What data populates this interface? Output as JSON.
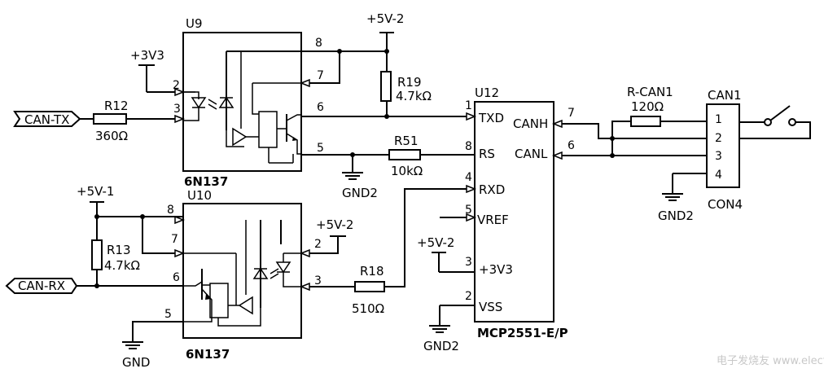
{
  "u9": {
    "ref": "U9",
    "part": "6N137",
    "pins": [
      "8",
      "2",
      "7",
      "3",
      "6",
      "5"
    ]
  },
  "u10": {
    "ref": "U10",
    "part": "6N137",
    "pins": [
      "8",
      "7",
      "6",
      "5",
      "2",
      "3"
    ]
  },
  "u12": {
    "ref": "U12",
    "part": "MCP2551-E/P",
    "left_pins": [
      {
        "num": "1",
        "name": "TXD"
      },
      {
        "num": "8",
        "name": "RS"
      },
      {
        "num": "4",
        "name": "RXD"
      },
      {
        "num": "5",
        "name": "VREF"
      },
      {
        "num": "3",
        "name": "+3V3"
      },
      {
        "num": "2",
        "name": "VSS"
      }
    ],
    "right_pins": [
      {
        "num": "7",
        "name": "CANH"
      },
      {
        "num": "6",
        "name": "CANL"
      }
    ]
  },
  "can1": {
    "ref": "CAN1",
    "part": "CON4",
    "pins": [
      "1",
      "2",
      "3",
      "4"
    ]
  },
  "resistors": {
    "r12": {
      "ref": "R12",
      "value": "360Ω"
    },
    "r19": {
      "ref": "R19",
      "value": "4.7kΩ"
    },
    "r51": {
      "ref": "R51",
      "value": "10kΩ"
    },
    "r13": {
      "ref": "R13",
      "value": "4.7kΩ"
    },
    "r18": {
      "ref": "R18",
      "value": "510Ω"
    },
    "rcan1": {
      "ref": "R-CAN1",
      "value": "120Ω"
    }
  },
  "nets": {
    "v33": "+3V3",
    "v5_2_top": "+5V-2",
    "v5_1": "+5V-1",
    "v5_2_u10": "+5V-2",
    "v5_2_u12": "+5V-2",
    "gnd2_u9": "GND2",
    "gnd2_u12": "GND2",
    "gnd2_can": "GND2",
    "gnd": "GND"
  },
  "ports": {
    "can_tx": "CAN-TX",
    "can_rx": "CAN-RX"
  },
  "watermark": "电子发烧友 www.elecfans.com"
}
